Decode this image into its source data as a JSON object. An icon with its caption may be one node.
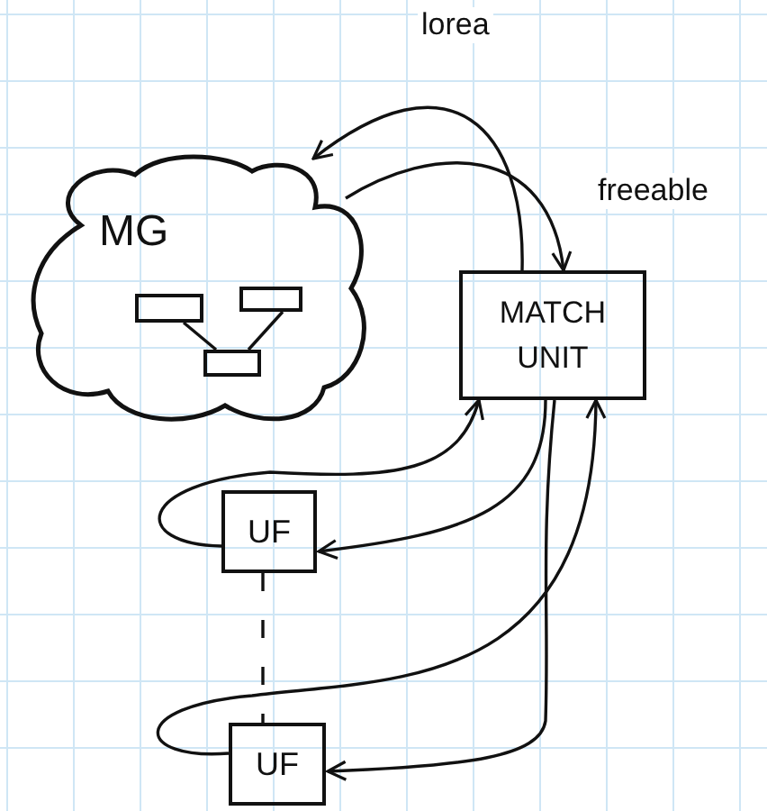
{
  "diagram": {
    "nodes": [
      {
        "text": [
          "MG"
        ]
      },
      {
        "text": [],
        "shape": "box",
        "in": 0
      },
      {
        "text": [],
        "shape": "box",
        "in": 0
      },
      {
        "text": [],
        "shape": "box",
        "in": 0
      },
      {
        "text": [
          "MATCH UNIT"
        ]
      },
      {
        "text": [
          "UF"
        ]
      },
      {
        "text": [
          "UF"
        ]
      }
    ],
    "edges": [
      {
        "from": 4,
        "to": 0,
        "arrow": "to",
        "label": "lorea"
      },
      {
        "from": 0,
        "to": 4,
        "arrow": "to",
        "label": "freeable"
      },
      {
        "from": 1,
        "to": 3,
        "arrow": "none"
      },
      {
        "from": 2,
        "to": 3,
        "arrow": "none"
      },
      {
        "from": 5,
        "to": 4,
        "arrow": "to"
      },
      {
        "from": 4,
        "to": 5,
        "arrow": "to"
      },
      {
        "from": 6,
        "to": 4,
        "arrow": "to"
      },
      {
        "from": 4,
        "to": 6,
        "arrow": "to"
      },
      {
        "from": 5,
        "to": 6,
        "arrow": "none",
        "style": "dashed"
      }
    ]
  }
}
